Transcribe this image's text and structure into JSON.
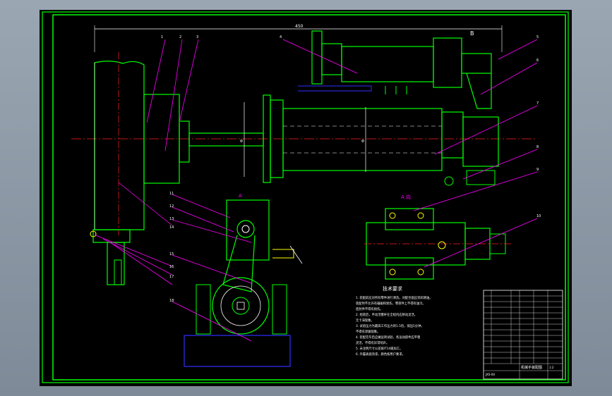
{
  "drawing": {
    "section_labels": {
      "top_right": "B",
      "middle": "A",
      "right_view": "A  向"
    },
    "dims": {
      "overall": "450",
      "left_dia": "Φ",
      "right_dia": "Φ"
    },
    "tech_title": "技术要求",
    "tech_notes": [
      "1. 装配前应对所有零件进行清洗，对配合面应涂润滑油。",
      "   装配时不允许有磕碰和划伤，零部件上不得有油污。",
      "   密封件不得有损伤。",
      "2. 组装后，手动活塞杆在全程内应移动灵活，",
      "   无卡滞现象。",
      "3. 试验压力为最高工作压力的1.5倍，保压5分钟，",
      "   不得有渗漏现象。",
      "4. 装配完毕后应做运转试验，各运动部件应平稳",
      "   灵活，不得有异常响声。",
      "5. 未注明尺寸公差按IT14级加工。",
      "6. 外露表面涂漆，颜色按用户要求。"
    ],
    "part_numbers": [
      "1",
      "2",
      "3",
      "4",
      "5",
      "6",
      "7",
      "8",
      "9",
      "10",
      "11",
      "12",
      "13",
      "14",
      "15",
      "16",
      "17",
      "18"
    ],
    "title_block": {
      "name": "机械手装配图",
      "drawing_no": "JXS-00",
      "scale": "1:2"
    }
  },
  "colors": {
    "frame": "#00ff00",
    "cyan": "#00ffff",
    "leader": "#ff00ff",
    "center": "#ff2020",
    "blue": "#3030ff",
    "white": "#ffffff"
  }
}
